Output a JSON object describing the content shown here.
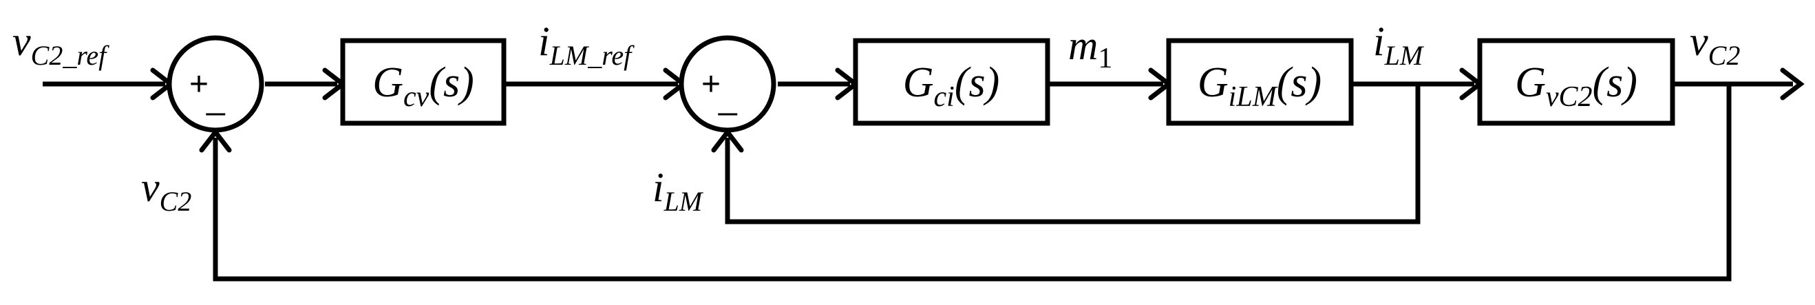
{
  "blocks": {
    "gcv": {
      "main": "G",
      "sub": "cv",
      "arg": "(s)"
    },
    "gci": {
      "main": "G",
      "sub": "ci",
      "arg": "(s)"
    },
    "gilm": {
      "main": "G",
      "sub": "iLM",
      "arg": "(s)"
    },
    "gvc2": {
      "main": "G",
      "sub": "vC2",
      "arg": "(s)"
    }
  },
  "signals": {
    "vc2_ref_in": {
      "main": "v",
      "sub": "C2_ref"
    },
    "ilm_ref": {
      "main": "i",
      "sub": "LM_ref"
    },
    "m1": {
      "main": "m",
      "sub": "1"
    },
    "ilm_out": {
      "main": "i",
      "sub": "LM"
    },
    "vc2_out": {
      "main": "v",
      "sub": "C2"
    },
    "vc2_feedback": {
      "main": "v",
      "sub": "C2"
    },
    "ilm_feedback": {
      "main": "i",
      "sub": "LM"
    }
  },
  "summing_junctions": {
    "outer": {
      "plus": "+",
      "minus": "_"
    },
    "inner": {
      "plus": "+",
      "minus": "_"
    }
  }
}
